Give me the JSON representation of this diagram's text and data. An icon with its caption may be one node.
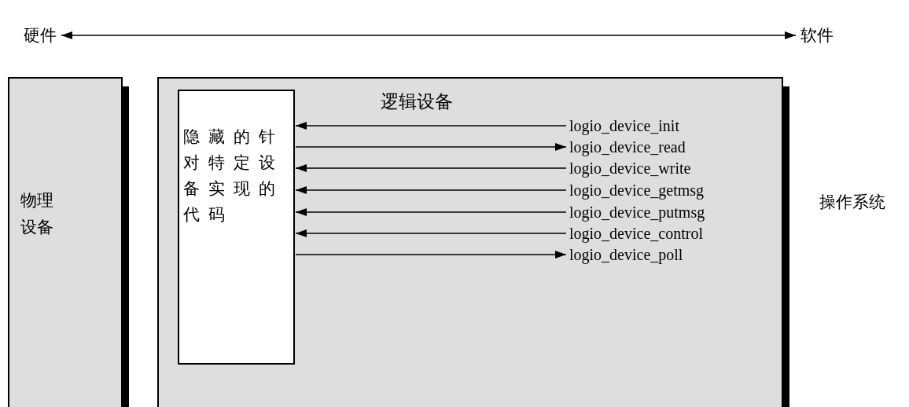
{
  "diagram": {
    "nodes": [
      {
        "text": [
          "硬件"
        ]
      },
      {
        "text": [
          "软件"
        ]
      },
      {
        "text": [
          "物理设备"
        ]
      },
      {
        "text": [
          "逻辑设备"
        ]
      },
      {
        "text": [
          "隐藏的针对特定设备实现的代码"
        ],
        "in": 3
      },
      {
        "text": [
          "logio_device_init"
        ],
        "in": 3
      },
      {
        "text": [
          "logio_device_read"
        ],
        "in": 3
      },
      {
        "text": [
          "logio_device_write"
        ],
        "in": 3
      },
      {
        "text": [
          "logio_device_getmsg"
        ],
        "in": 3
      },
      {
        "text": [
          "logio_device_putmsg"
        ],
        "in": 3
      },
      {
        "text": [
          "logio_device_control"
        ],
        "in": 3
      },
      {
        "text": [
          "logio_device_poll"
        ],
        "in": 3
      }
    ],
    "edges": [
      {
        "from": 0,
        "to": 1,
        "arrow": "both"
      },
      {
        "from": 5,
        "to": 4,
        "arrow": "to"
      },
      {
        "from": 4,
        "to": 6,
        "arrow": "to"
      },
      {
        "from": 7,
        "to": 4,
        "arrow": "to"
      },
      {
        "from": 8,
        "to": 4,
        "arrow": "to"
      },
      {
        "from": 9,
        "to": 4,
        "arrow": "to"
      },
      {
        "from": 10,
        "to": 4,
        "arrow": "to"
      },
      {
        "from": 4,
        "to": 11,
        "arrow": "to"
      }
    ],
    "labels": [
      "操作系统"
    ]
  }
}
